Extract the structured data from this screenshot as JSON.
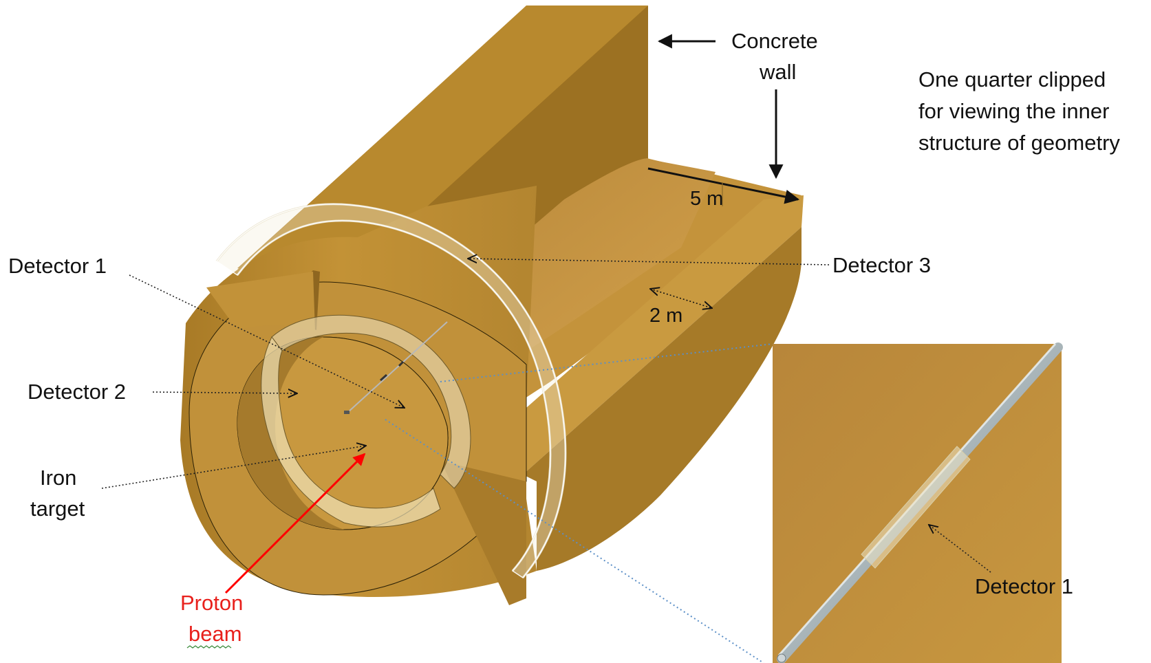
{
  "labels": {
    "concrete_wall_line1": "Concrete",
    "concrete_wall_line2": "wall",
    "note_line1": "One quarter clipped",
    "note_line2": "for viewing the inner",
    "note_line3": "structure of geometry",
    "dim_5m": "5 m",
    "dim_2m": "2 m",
    "detector1": "Detector 1",
    "detector2": "Detector 2",
    "detector3": "Detector 3",
    "iron_target_line1": "Iron",
    "iron_target_line2": "target",
    "proton_beam_line1": "Proton",
    "proton_beam_line2": "beam",
    "inset_detector1": "Detector 1"
  },
  "colors": {
    "concrete": "#C6973C",
    "concrete_dark": "#9E7424",
    "concrete_light": "#D6A84C",
    "beam_arrow": "#FF0000",
    "proton_text": "#E8201C",
    "leader_line": "#222222",
    "zoom_line": "#5B8FC7"
  }
}
